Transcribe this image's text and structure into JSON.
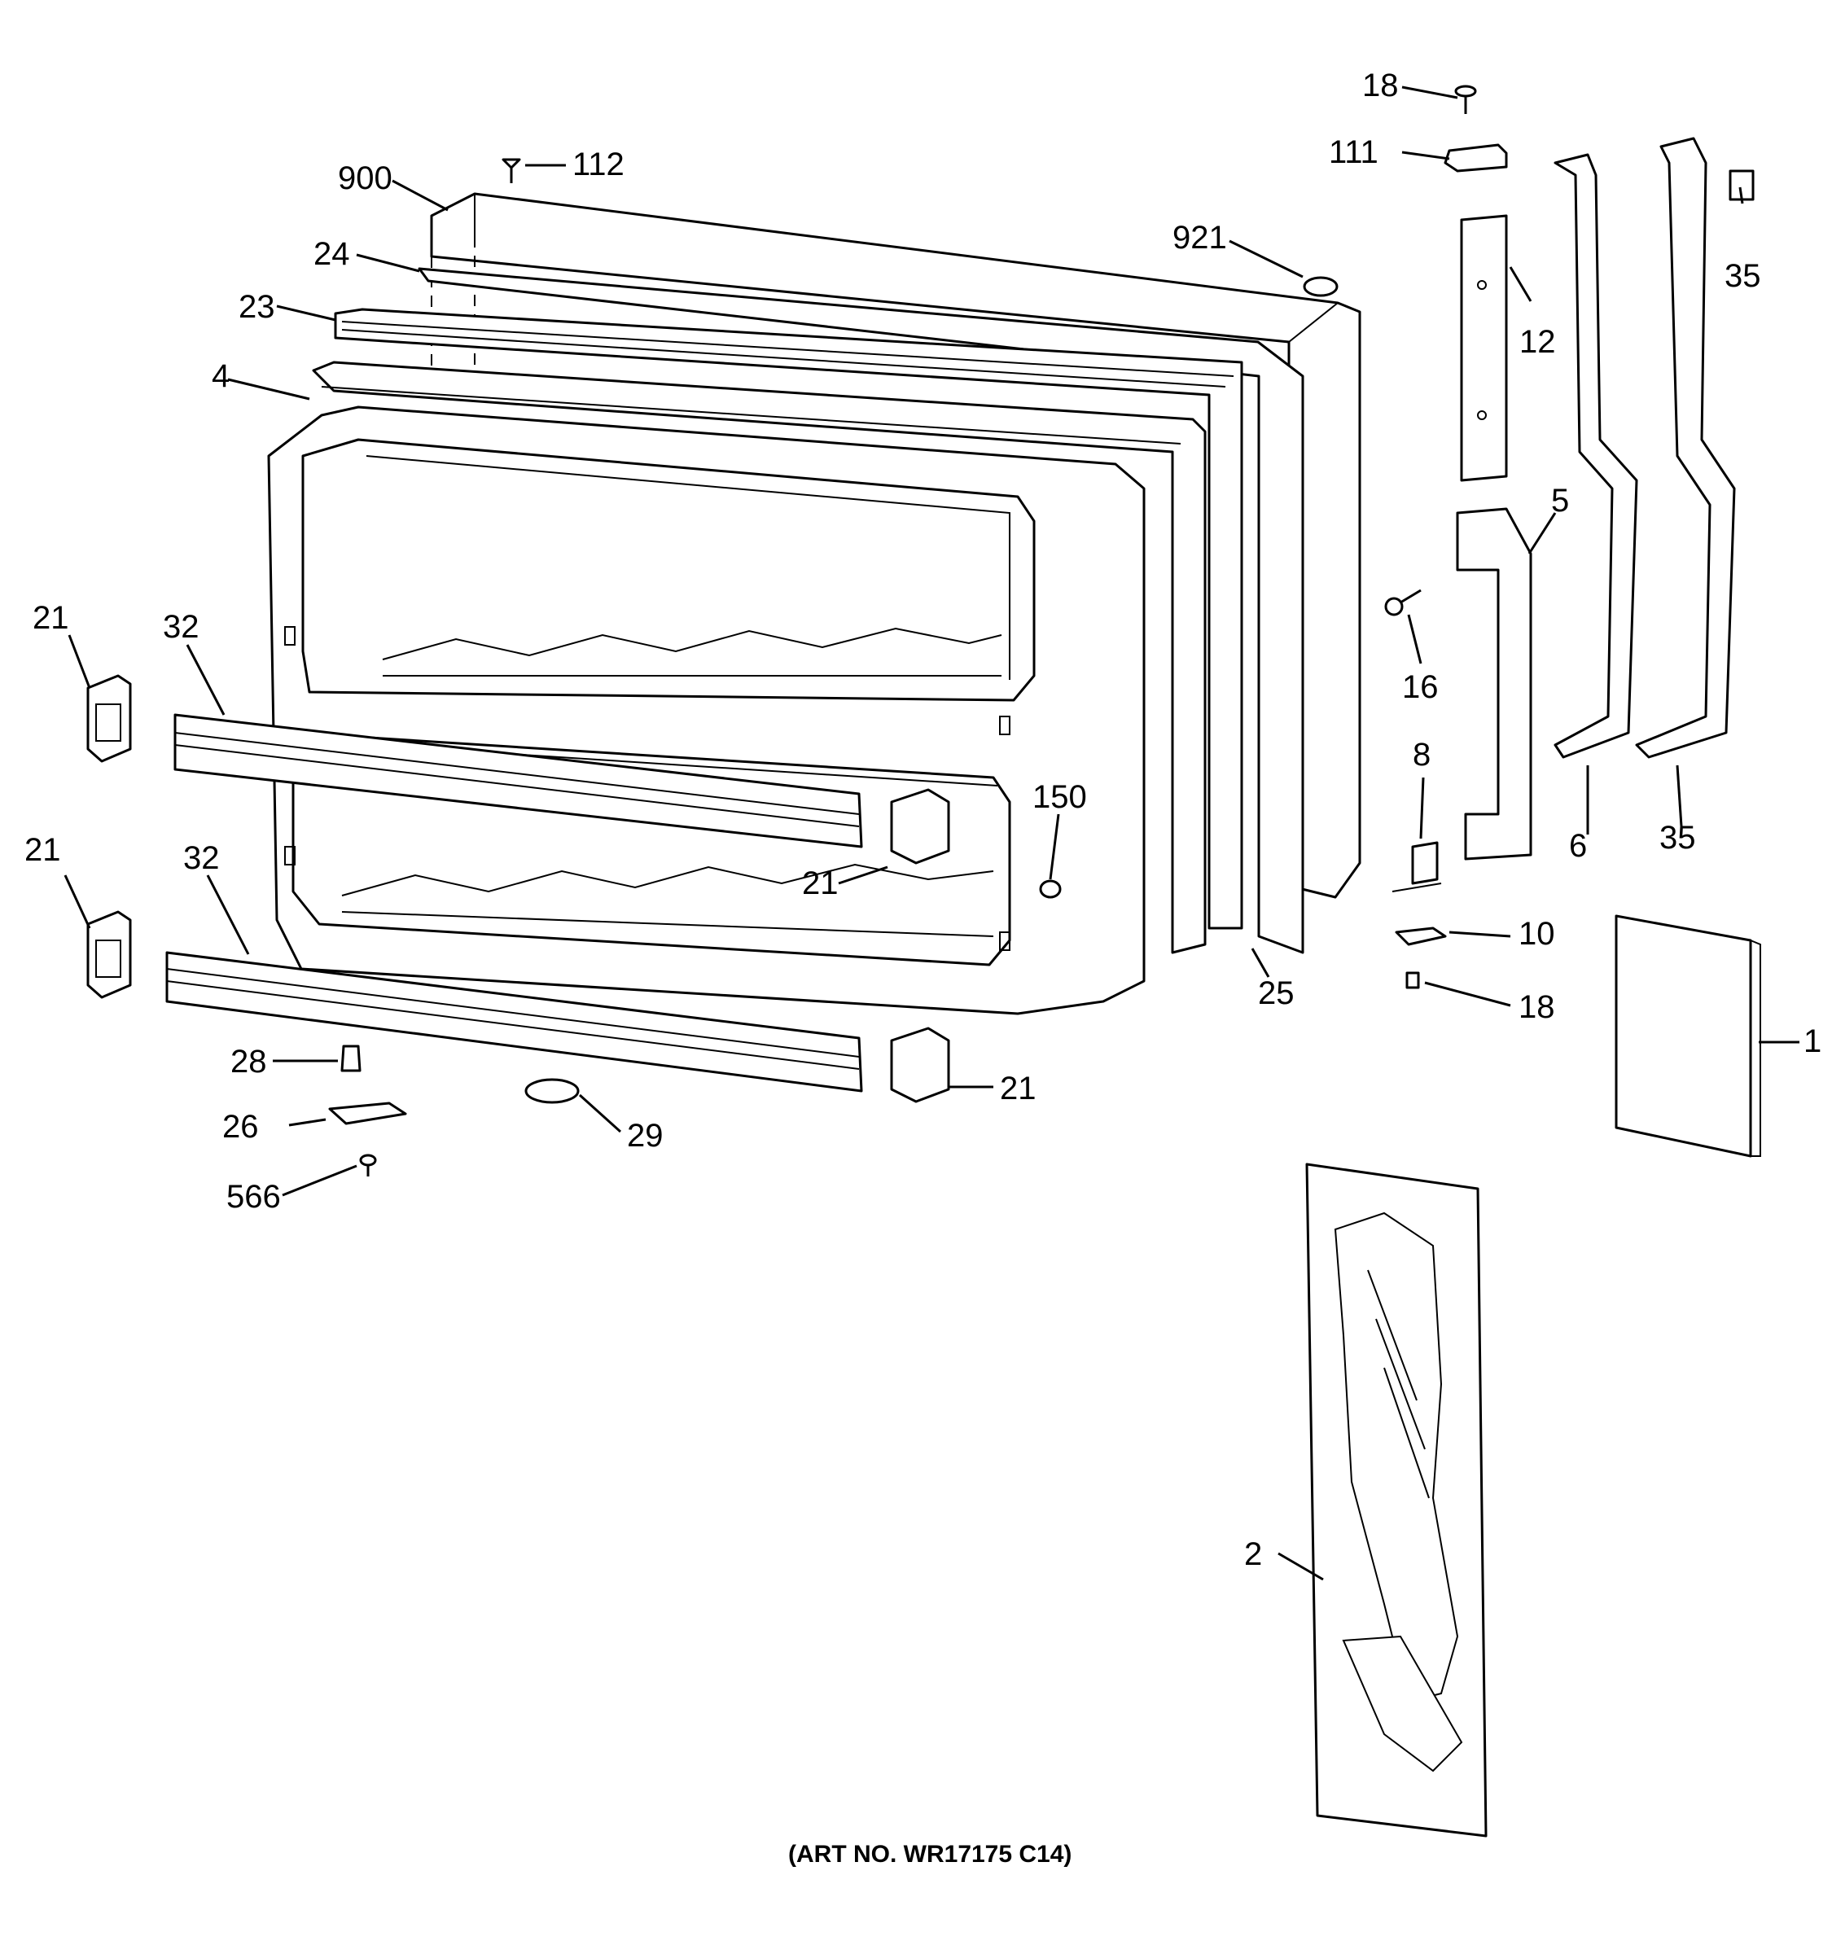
{
  "diagram": {
    "callouts": [
      {
        "id": "c18a",
        "text": "18"
      },
      {
        "id": "c111",
        "text": "111"
      },
      {
        "id": "c112",
        "text": "112"
      },
      {
        "id": "c900",
        "text": "900"
      },
      {
        "id": "c921",
        "text": "921"
      },
      {
        "id": "c35a",
        "text": "35"
      },
      {
        "id": "c24",
        "text": "24"
      },
      {
        "id": "c23",
        "text": "23"
      },
      {
        "id": "c12",
        "text": "12"
      },
      {
        "id": "c4",
        "text": "4"
      },
      {
        "id": "c5",
        "text": "5"
      },
      {
        "id": "c21a",
        "text": "21"
      },
      {
        "id": "c32a",
        "text": "32"
      },
      {
        "id": "c16",
        "text": "16"
      },
      {
        "id": "c8",
        "text": "8"
      },
      {
        "id": "c150",
        "text": "150"
      },
      {
        "id": "c21b",
        "text": "21"
      },
      {
        "id": "c6",
        "text": "6"
      },
      {
        "id": "c35b",
        "text": "35"
      },
      {
        "id": "c21c",
        "text": "21"
      },
      {
        "id": "c32b",
        "text": "32"
      },
      {
        "id": "c10",
        "text": "10"
      },
      {
        "id": "c18b",
        "text": "18"
      },
      {
        "id": "c25",
        "text": "25"
      },
      {
        "id": "c1",
        "text": "1"
      },
      {
        "id": "c28",
        "text": "28"
      },
      {
        "id": "c21d",
        "text": "21"
      },
      {
        "id": "c26",
        "text": "26"
      },
      {
        "id": "c29",
        "text": "29"
      },
      {
        "id": "c566",
        "text": "566"
      },
      {
        "id": "c2",
        "text": "2"
      }
    ],
    "art_number": "(ART NO. WR17175 C14)"
  }
}
